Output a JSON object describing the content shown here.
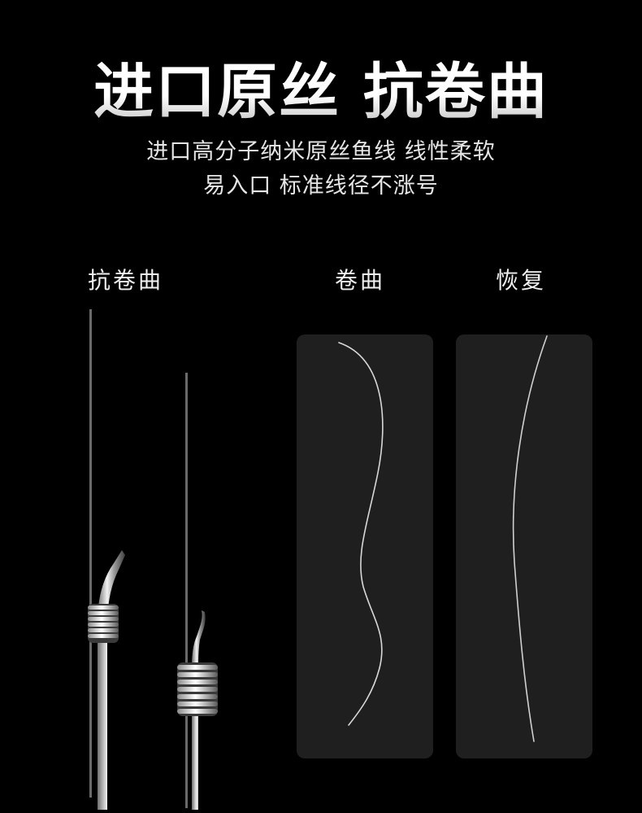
{
  "headline": "进口原丝 抗卷曲",
  "subtitle_line1": "进口高分子纳米原丝鱼线 线性柔软",
  "subtitle_line2": "易入口  标准线径不涨号",
  "labels": {
    "anti_curl": "抗卷曲",
    "curl": "卷曲",
    "recover": "恢复"
  },
  "colors": {
    "background": "#000000",
    "card": "#1f1f1f",
    "text": "#ffffff"
  }
}
